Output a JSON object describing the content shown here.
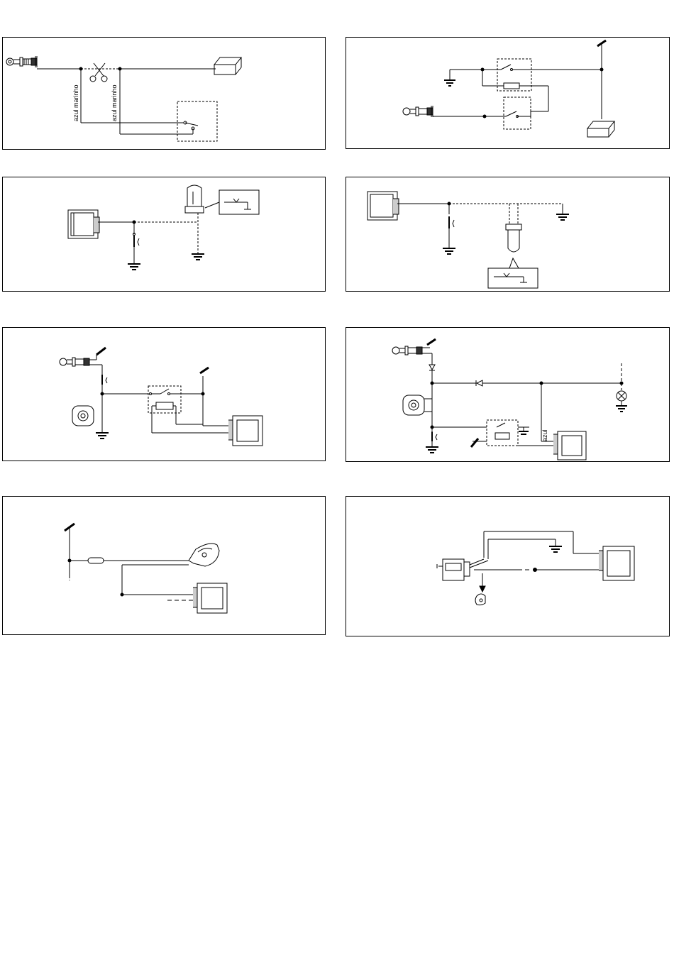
{
  "panels": [
    {
      "id": "p1",
      "labels": {
        "wire_left": "azul marinho",
        "wire_right": "azul marinho"
      }
    },
    {
      "id": "p2",
      "labels": {}
    },
    {
      "id": "p3",
      "labels": {}
    },
    {
      "id": "p4",
      "labels": {}
    },
    {
      "id": "p5",
      "labels": {}
    },
    {
      "id": "p6",
      "labels": {
        "wire": "azul"
      }
    },
    {
      "id": "p7",
      "labels": {}
    },
    {
      "id": "p8",
      "labels": {}
    }
  ]
}
